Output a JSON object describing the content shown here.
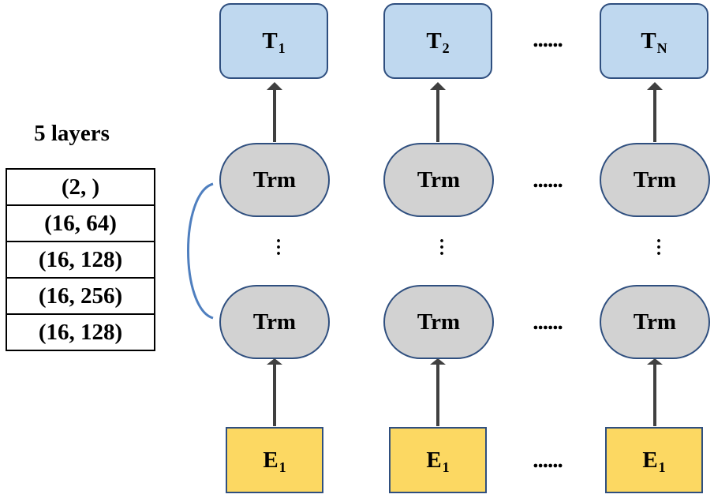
{
  "layers": {
    "title": "5 layers",
    "rows": [
      "(2, )",
      "(16, 64)",
      "(16, 128)",
      "(16, 256)",
      "(16, 128)"
    ]
  },
  "columns": [
    {
      "top": {
        "main": "T",
        "sub": "1"
      },
      "trm_top": "Trm",
      "trm_bot": "Trm",
      "emb": {
        "main": "E",
        "sub": "1"
      }
    },
    {
      "top": {
        "main": "T",
        "sub": "2"
      },
      "trm_top": "Trm",
      "trm_bot": "Trm",
      "emb": {
        "main": "E",
        "sub": "1"
      }
    },
    {
      "top": {
        "main": "T",
        "sub": "N"
      },
      "trm_top": "Trm",
      "trm_bot": "Trm",
      "emb": {
        "main": "E",
        "sub": "1"
      }
    }
  ],
  "ellipsis": "......",
  "vertical_ellipsis": [
    "·",
    "·",
    "·"
  ],
  "colors": {
    "output_fill": "#bfd8ef",
    "trm_fill": "#d2d2d2",
    "emb_fill": "#fcd862",
    "border": "#2f4f7f",
    "arrow": "#404040",
    "bracket": "#4f7fbf"
  }
}
